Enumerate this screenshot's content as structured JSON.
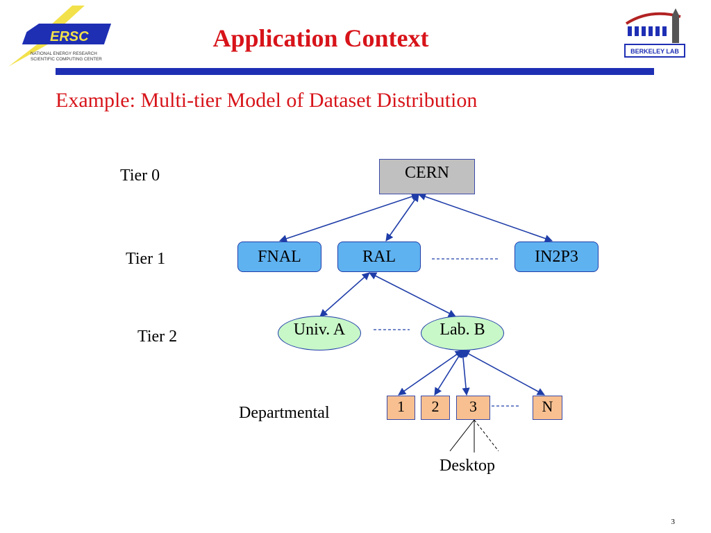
{
  "slide": {
    "title": "Application Context",
    "subtitle": "Example: Multi-tier Model of Dataset Distribution",
    "page_number": "3"
  },
  "logos": {
    "nersc": {
      "mark": "ERSC",
      "line1": "NATIONAL ENERGY RESEARCH",
      "line2": "SCIENTIFIC COMPUTING CENTER"
    },
    "berkeley": {
      "text": "BERKELEY LAB"
    }
  },
  "tiers": {
    "tier0": "Tier 0",
    "tier1": "Tier 1",
    "tier2": "Tier 2",
    "departmental": "Departmental"
  },
  "nodes": {
    "cern": "CERN",
    "fnal": "FNAL",
    "ral": "RAL",
    "in2p3": "IN2P3",
    "univ_a": "Univ. A",
    "lab_b": "Lab. B",
    "dept_1": "1",
    "dept_2": "2",
    "dept_3": "3",
    "dept_n": "N",
    "desktop": "Desktop"
  },
  "colors": {
    "title": "#d7141a",
    "rule": "#1e2fb4",
    "arrow": "#1f3da8",
    "cern_fill": "#c0c0c0",
    "tier1_fill": "#5fb2f0",
    "tier2_fill": "#c8f7c8",
    "dept_fill": "#f8c090"
  }
}
